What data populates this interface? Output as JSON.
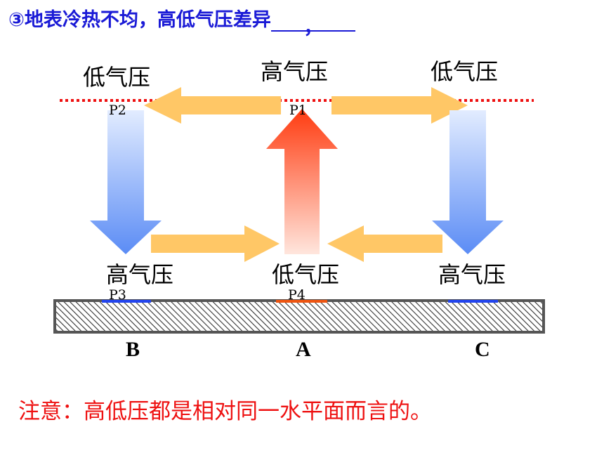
{
  "title": {
    "text": "③地表冷热不均，高低气压差异",
    "blank_suffix": "，"
  },
  "upper_labels": {
    "left": "低气压",
    "center": "高气压",
    "right": "低气压"
  },
  "lower_labels": {
    "left": "高气压",
    "center": "低气压",
    "right": "高气压"
  },
  "points": {
    "p1": "P1",
    "p2": "P2",
    "p3": "P3",
    "p4": "P4"
  },
  "ground_letters": {
    "left": "B",
    "center": "A",
    "right": "C"
  },
  "note": "注意：高低压都是相对同一水平面而言的。",
  "colors": {
    "title": "#1a1ad6",
    "note": "#ee1111",
    "isobar": "#ee1111",
    "horizontal_arrow": "#ffc766",
    "cold_marker": "#2244ee",
    "warm_marker": "#ee5511"
  }
}
